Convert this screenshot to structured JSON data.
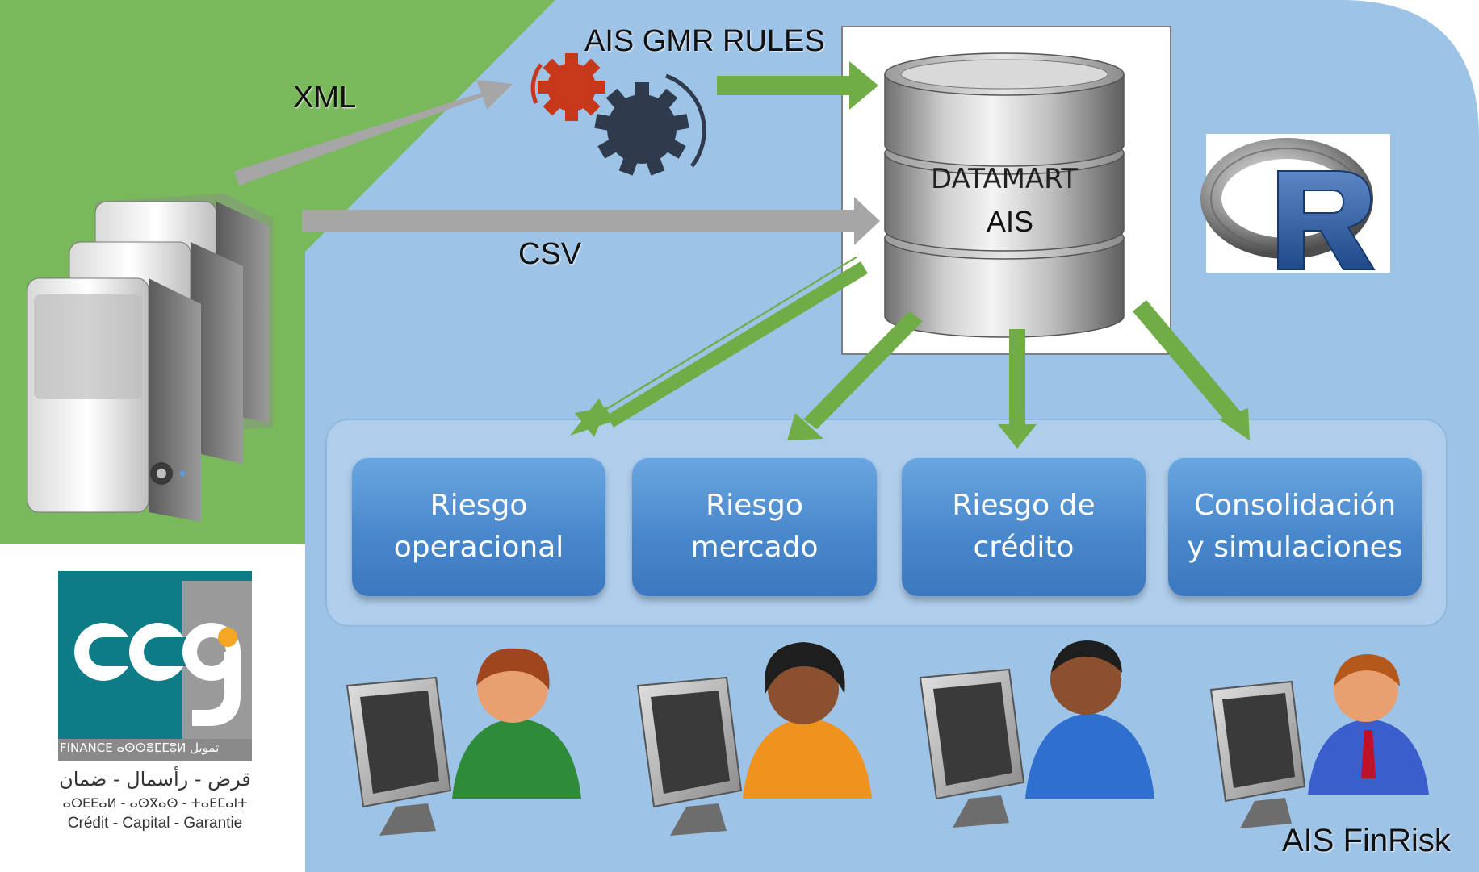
{
  "labels": {
    "xml": "XML",
    "csv": "CSV",
    "gmr_rules": "AIS GMR RULES",
    "datamart_line1": "DATAMART",
    "datamart_line2": "AIS",
    "finrisk": "AIS FinRisk"
  },
  "modules": [
    {
      "line1": "Riesgo",
      "line2": "operacional"
    },
    {
      "line1": "Riesgo",
      "line2": "mercado"
    },
    {
      "line1": "Riesgo de",
      "line2": "crédito"
    },
    {
      "line1": "Consolidación",
      "line2": "y simulaciones"
    }
  ],
  "logo": {
    "finance_line": "FINANCE ⴰⵙⵙⴻⵎⵎⵓⵍ تمويل",
    "arabic_line": "قرض - رأسمال - ضمان",
    "tifinagh_line": "ⴰⵔⴹⴹⴰⵍ - ⴰⵙⴳⴰⵙ - ⵜⴰⴹⵎⴰⵏⵜ",
    "french_line": "Crédit - Capital - Garantie"
  },
  "colors": {
    "background_blue": "#9dc3e6",
    "green_panel": "#7ab85c",
    "arrow_green": "#70ad47",
    "arrow_gray": "#a6a6a6",
    "module_blue": "#4a88cc",
    "logo_teal": "#0e7c86",
    "logo_orange": "#f5a623"
  },
  "icons": [
    "server-rack-icon",
    "gears-icon",
    "database-icon",
    "r-logo-icon",
    "user-at-computer-icon",
    "ccg-logo"
  ]
}
